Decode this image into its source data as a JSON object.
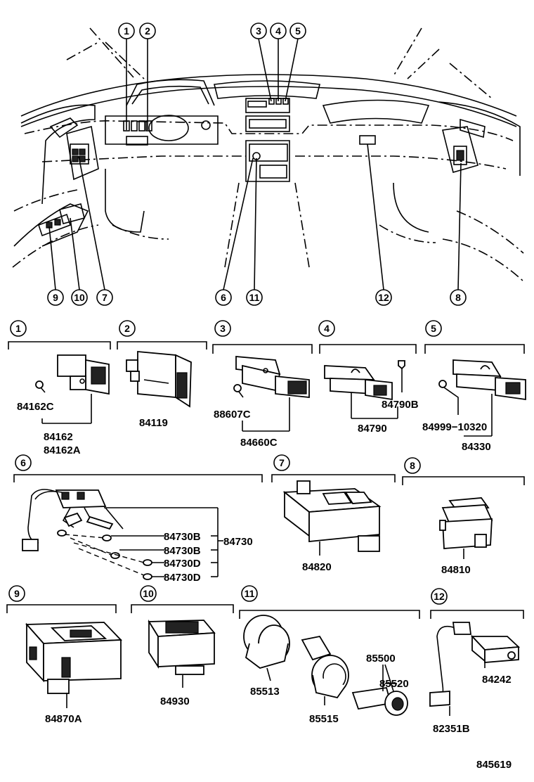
{
  "callouts": [
    "1",
    "2",
    "3",
    "4",
    "5",
    "6",
    "7",
    "8",
    "9",
    "10",
    "11",
    "12"
  ],
  "parts": {
    "p84162C": "84162C",
    "p84162": "84162",
    "p84162A": "84162A",
    "p84119": "84119",
    "p88607C": "88607C",
    "p84660C": "84660C",
    "p84790B": "84790B",
    "p84790": "84790",
    "p84999": "84999−10320",
    "p84330": "84330",
    "p84730B1": "84730B",
    "p84730B2": "84730B",
    "p84730D1": "84730D",
    "p84730D2": "84730D",
    "p84730": "84730",
    "p84820": "84820",
    "p84810": "84810",
    "p84870A": "84870A",
    "p84930": "84930",
    "p85513": "85513",
    "p85515": "85515",
    "p85500": "85500",
    "p85520": "85520",
    "p84242": "84242",
    "p82351B": "82351B"
  },
  "figure_number": "845619",
  "icons": {
    "overview": "dashboard-overview-illustration",
    "callout": "circled-number-icon"
  }
}
